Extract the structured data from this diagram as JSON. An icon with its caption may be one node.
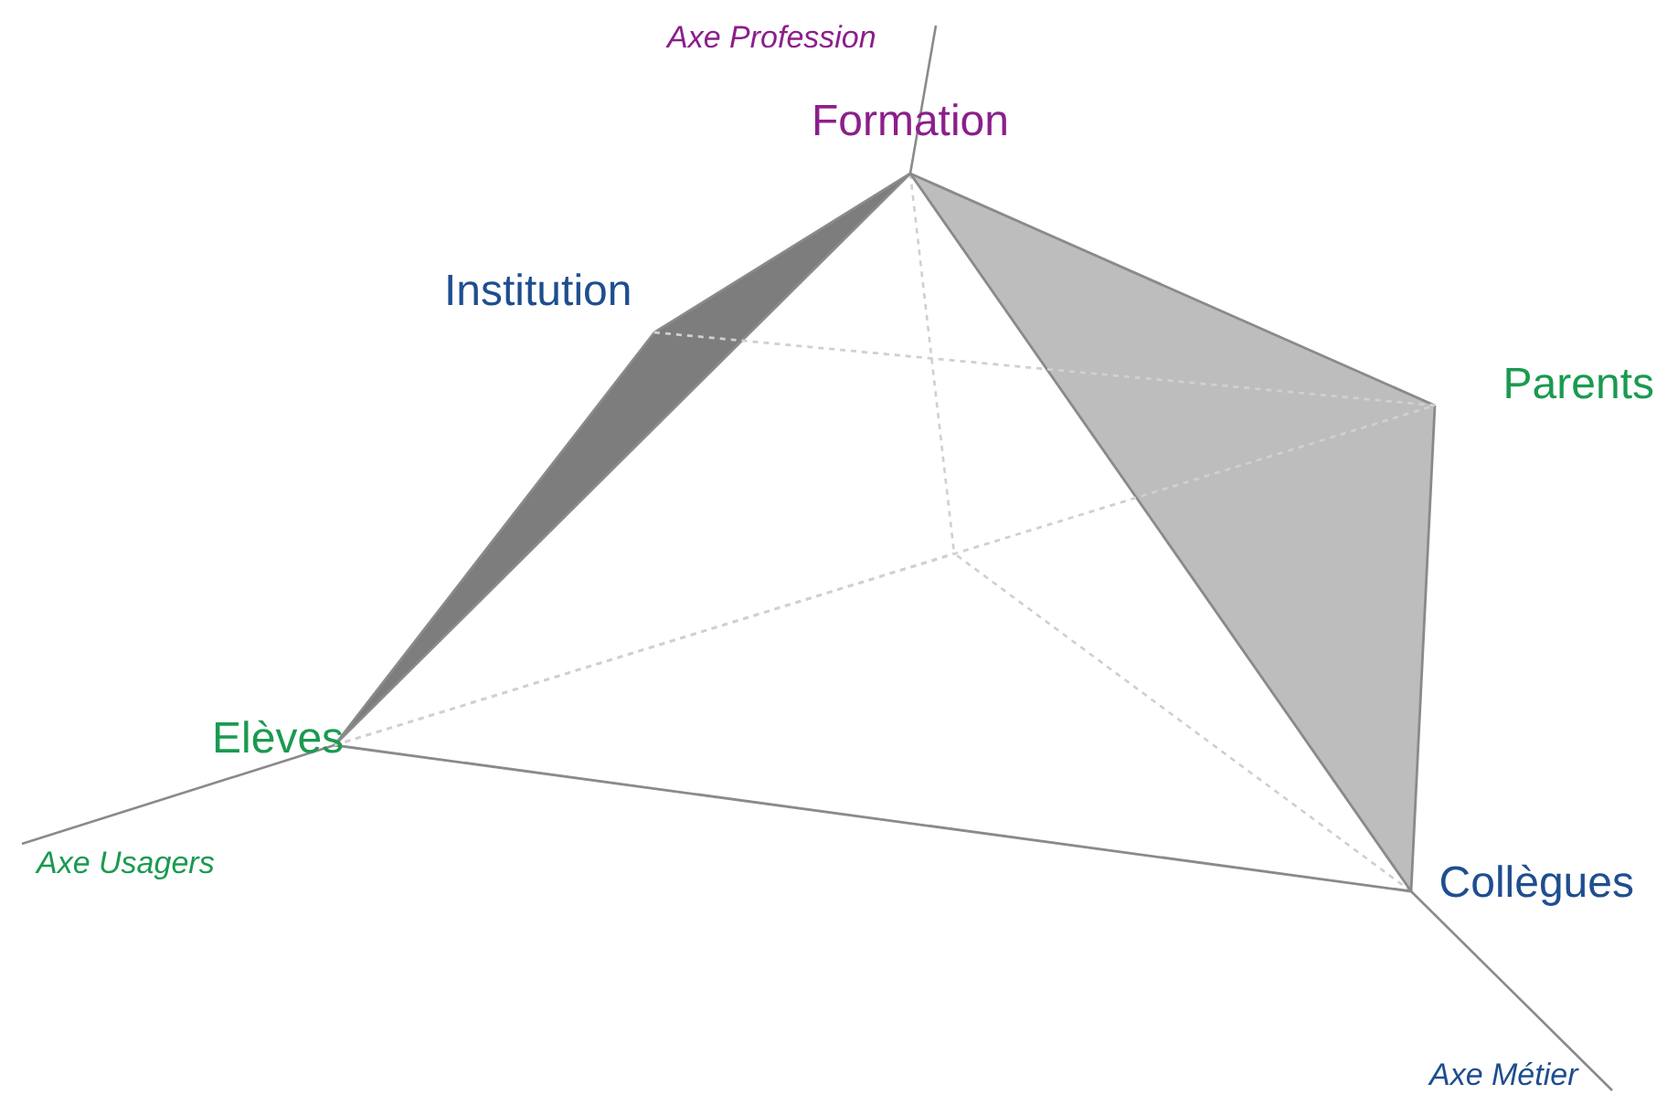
{
  "diagram": {
    "nodes": [
      {
        "text": [
          "Formation"
        ]
      },
      {
        "text": [
          "Institution"
        ]
      },
      {
        "text": [
          "Parents"
        ]
      },
      {
        "text": [
          "Elèves"
        ]
      },
      {
        "text": [
          "Collègues"
        ]
      }
    ],
    "edges": [
      {
        "from": 0,
        "to": 1,
        "arrow": "none"
      },
      {
        "from": 1,
        "to": 3,
        "arrow": "none"
      },
      {
        "from": 3,
        "to": 0,
        "arrow": "none"
      },
      {
        "from": 0,
        "to": 2,
        "arrow": "none"
      },
      {
        "from": 2,
        "to": 4,
        "arrow": "none"
      },
      {
        "from": 4,
        "to": 0,
        "arrow": "none"
      },
      {
        "from": 3,
        "to": 4,
        "arrow": "none"
      },
      {
        "from": 1,
        "to": 2,
        "arrow": "none",
        "style": "dashed"
      },
      {
        "from": 3,
        "to": 2,
        "arrow": "none",
        "style": "dashed"
      }
    ],
    "labels": [
      "Axe Profession",
      "Axe Usagers",
      "Axe Métier"
    ]
  }
}
